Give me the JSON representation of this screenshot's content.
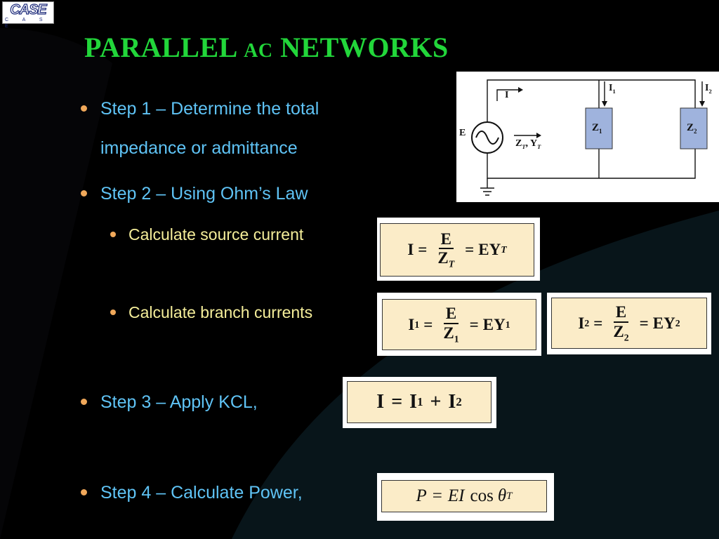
{
  "logo": {
    "word": "CASE",
    "sub": "C A S E"
  },
  "title": {
    "main_a": "PARALLEL ",
    "main_small": "AC",
    "main_b": " NETWORKS"
  },
  "steps": [
    {
      "line1": "Step 1 – Determine the total",
      "line2": "impedance or admittance"
    },
    {
      "line1": "Step 2 – Using Ohm’s Law"
    },
    {
      "line1": "Step 3 – Apply KCL,"
    },
    {
      "line1": "Step 4 – Calculate Power,"
    }
  ],
  "substeps": [
    "Calculate source current",
    "Calculate branch currents"
  ],
  "circuit": {
    "source_label": "E",
    "current_I": "I",
    "I1": "I",
    "I1_sub": "1",
    "I2": "I",
    "I2_sub": "2",
    "ZT": "Z",
    "ZT_sub": "T",
    "YT": "Y",
    "YT_sub": "T",
    "Z1": "Z",
    "Z1_sub": "1",
    "Z2": "Z",
    "Z2_sub": "2"
  },
  "formulas": {
    "source": {
      "lhs": "I",
      "num": "E",
      "den": "Z",
      "den_sub": "T",
      "rhs": "EY",
      "rhs_sub": "T"
    },
    "branch1": {
      "lhs": "I",
      "lhs_sub": "1",
      "num": "E",
      "den": "Z",
      "den_sub": "1",
      "rhs": "EY",
      "rhs_sub": "1"
    },
    "branch2": {
      "lhs": "I",
      "lhs_sub": "2",
      "num": "E",
      "den": "Z",
      "den_sub": "2",
      "rhs": "EY",
      "rhs_sub": "2"
    },
    "kcl": {
      "lhs": "I",
      "t1": "I",
      "t1_sub": "1",
      "t2": "I",
      "t2_sub": "2"
    },
    "power": {
      "lhs": "P",
      "t1": "EI",
      "fn": "cos",
      "theta": "θ",
      "theta_sub": "T"
    }
  },
  "colors": {
    "title": "#22d63a",
    "bullet": "#5fc3f5",
    "subbullet": "#f5ee9a",
    "dot": "#f0a85a",
    "formula_bg": "#fbecc8",
    "impedance_fill": "#9fb3dd"
  }
}
